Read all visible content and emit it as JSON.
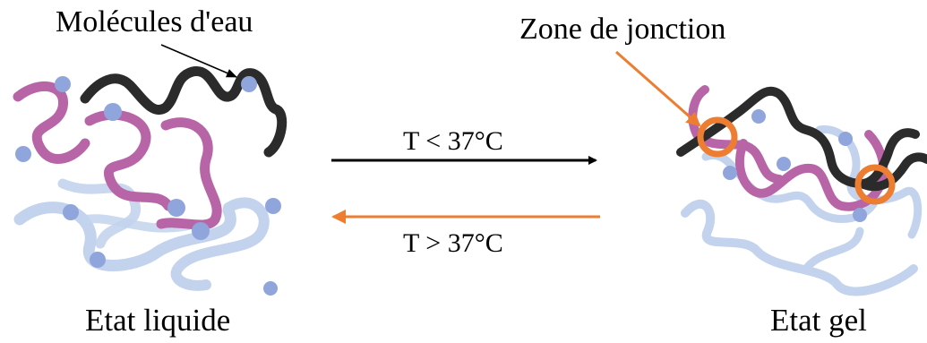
{
  "labels": {
    "water_molecules": "Molécules d'eau",
    "junction_zone": "Zone de jonction",
    "liquid_state": "Etat liquide",
    "gel_state": "Etat gel",
    "cooling_condition": "T < 37°C",
    "heating_condition": "T > 37°C"
  },
  "colors": {
    "black_chain": "#2b2b2b",
    "magenta_chain": "#b865a8",
    "light_blue_chain": "#c3d3ed",
    "water_dot": "#8fa5dc",
    "forward_arrow": "#000000",
    "reverse_arrow": "#ed7d31",
    "junction_marker": "#ed7d31"
  }
}
